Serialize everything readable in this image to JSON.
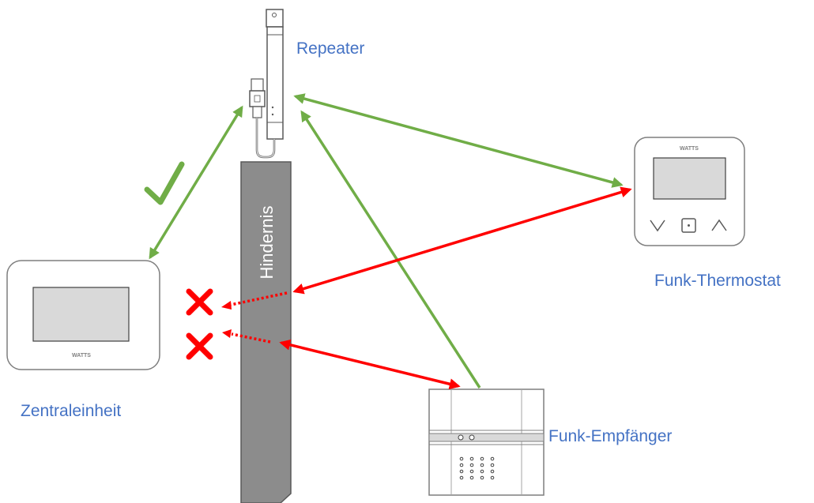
{
  "labels": {
    "repeater": "Repeater",
    "thermostat": "Funk-Thermostat",
    "central_unit": "Zentraleinheit",
    "receiver": "Funk-Empfänger",
    "obstacle": "Hindernis"
  },
  "brand": "WATTS",
  "colors": {
    "label_text": "#4472c4",
    "link_ok": "#70ad47",
    "link_blocked": "#ff0000",
    "obstacle_fill": "#8c8c8c",
    "device_outline": "#7f7f7f",
    "screen_fill": "#d9d9d9"
  },
  "icons": {
    "ok_mark": "check-mark-icon",
    "fail_mark": "cross-mark-icon"
  }
}
